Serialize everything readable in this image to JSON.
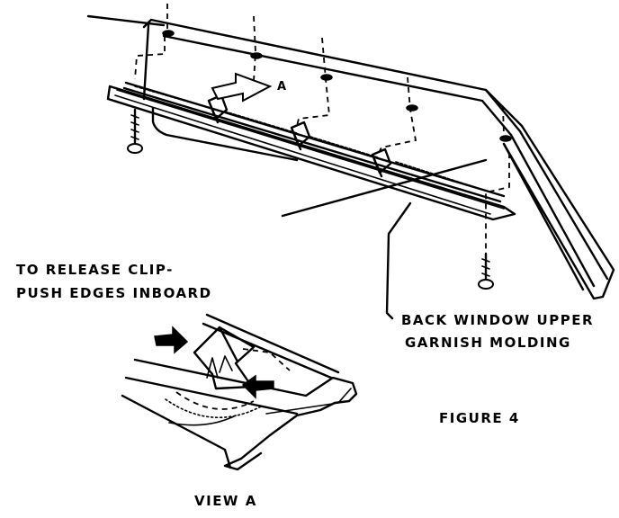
{
  "labels": {
    "callout_a": "A",
    "instruction_line1": "TO RELEASE CLIP-",
    "instruction_line2": "PUSH EDGES INBOARD",
    "part_line1": "BACK WINDOW UPPER",
    "part_line2": "GARNISH MOLDING",
    "figure": "FIGURE 4",
    "view": "VIEW A"
  },
  "colors": {
    "ink": "#000000",
    "paper": "#ffffff"
  }
}
